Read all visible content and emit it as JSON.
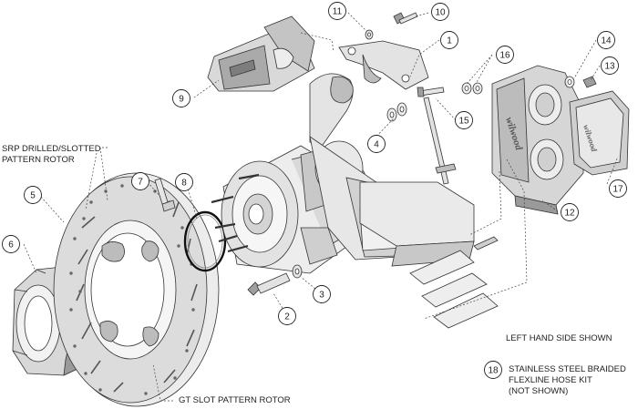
{
  "callouts": [
    {
      "id": "c1",
      "n": "1"
    },
    {
      "id": "c2",
      "n": "2"
    },
    {
      "id": "c3",
      "n": "3"
    },
    {
      "id": "c4",
      "n": "4"
    },
    {
      "id": "c5",
      "n": "5"
    },
    {
      "id": "c6",
      "n": "6"
    },
    {
      "id": "c7",
      "n": "7"
    },
    {
      "id": "c8",
      "n": "8"
    },
    {
      "id": "c9",
      "n": "9"
    },
    {
      "id": "c10",
      "n": "10"
    },
    {
      "id": "c11",
      "n": "11"
    },
    {
      "id": "c12",
      "n": "12"
    },
    {
      "id": "c13",
      "n": "13"
    },
    {
      "id": "c14",
      "n": "14"
    },
    {
      "id": "c15",
      "n": "15"
    },
    {
      "id": "c16",
      "n": "16"
    },
    {
      "id": "c17",
      "n": "17"
    },
    {
      "id": "c18",
      "n": "18"
    }
  ],
  "labels": {
    "srp_line1": "SRP DRILLED/SLOTTED",
    "srp_line2": "PATTERN ROTOR",
    "gt_slot": "GT SLOT PATTERN ROTOR",
    "left_hand": "LEFT HAND SIDE SHOWN",
    "kit_line1": "STAINLESS STEEL BRAIDED",
    "kit_line2": "FLEXLINE HOSE KIT",
    "kit_line3": "(NOT SHOWN)"
  },
  "brand": {
    "caliper_logo": "wilwood"
  }
}
